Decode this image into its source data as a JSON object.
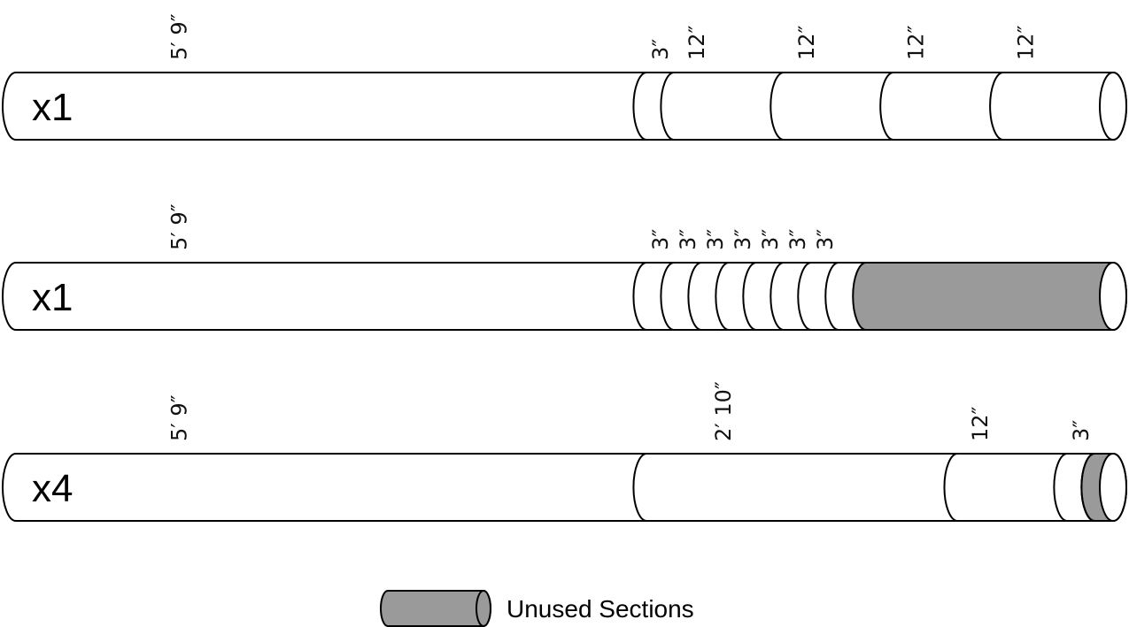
{
  "colors": {
    "unused": "#9a9a9a",
    "outline": "#000000",
    "background": "#ffffff"
  },
  "pipes": [
    {
      "quantity": "x1",
      "segments": [
        {
          "label": "5′ 9″",
          "inches": 69
        },
        {
          "label": "3″",
          "inches": 3
        },
        {
          "label": "12″",
          "inches": 12
        },
        {
          "label": "12″",
          "inches": 12
        },
        {
          "label": "12″",
          "inches": 12
        },
        {
          "label": "12″",
          "inches": 12
        }
      ],
      "unused_inches": 0
    },
    {
      "quantity": "x1",
      "segments": [
        {
          "label": "5′ 9″",
          "inches": 69
        },
        {
          "label": "3″",
          "inches": 3
        },
        {
          "label": "3″",
          "inches": 3
        },
        {
          "label": "3″",
          "inches": 3
        },
        {
          "label": "3″",
          "inches": 3
        },
        {
          "label": "3″",
          "inches": 3
        },
        {
          "label": "3″",
          "inches": 3
        },
        {
          "label": "3″",
          "inches": 3
        }
      ],
      "unused_inches": 27
    },
    {
      "quantity": "x4",
      "segments": [
        {
          "label": "5′ 9″",
          "inches": 69
        },
        {
          "label": "2′ 10″",
          "inches": 34
        },
        {
          "label": "12″",
          "inches": 12
        },
        {
          "label": "3″",
          "inches": 3
        }
      ],
      "unused_inches": 2
    }
  ],
  "legend": {
    "label": "Unused Sections",
    "icon": "unused-section-icon"
  }
}
